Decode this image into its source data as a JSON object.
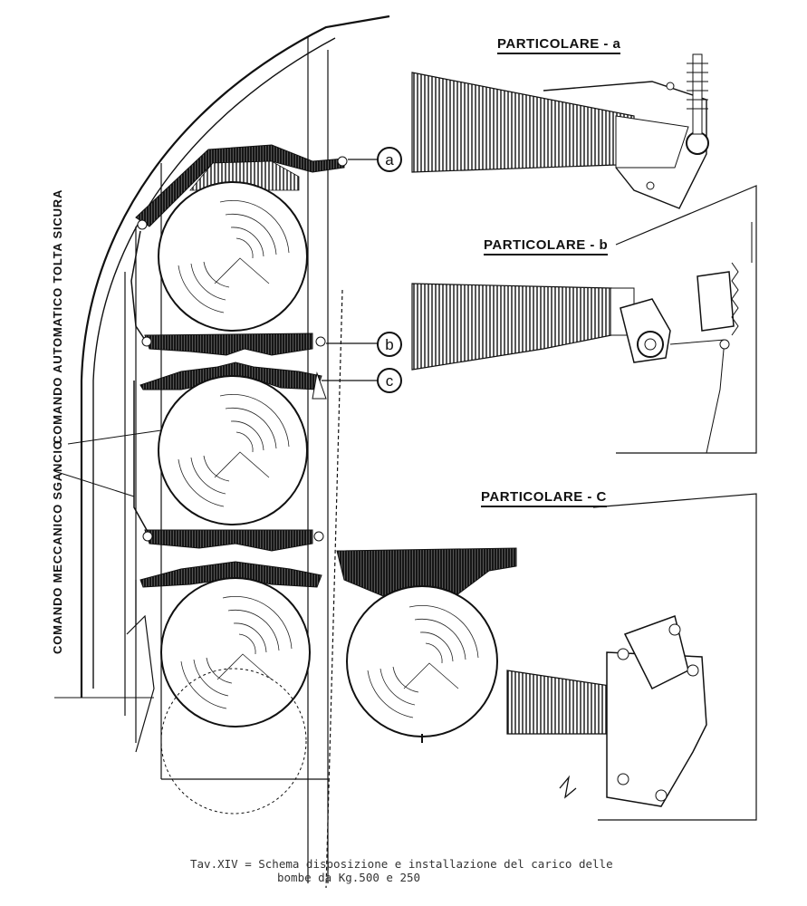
{
  "details": {
    "a": "PARTICOLARE - a",
    "b": "PARTICOLARE - b",
    "c": "PARTICOLARE - C"
  },
  "callouts": [
    "a",
    "b",
    "c"
  ],
  "side_labels": {
    "automatic": "COMANDO AUTOMATICO TOLTA SICURA",
    "mechanical": "COMANDO MECCANICO SGANCIO"
  },
  "caption": {
    "line1": "Tav.XIV = Schema disposizione e installazione del carico delle",
    "line2": "bombe da Kg.500 e 250"
  }
}
